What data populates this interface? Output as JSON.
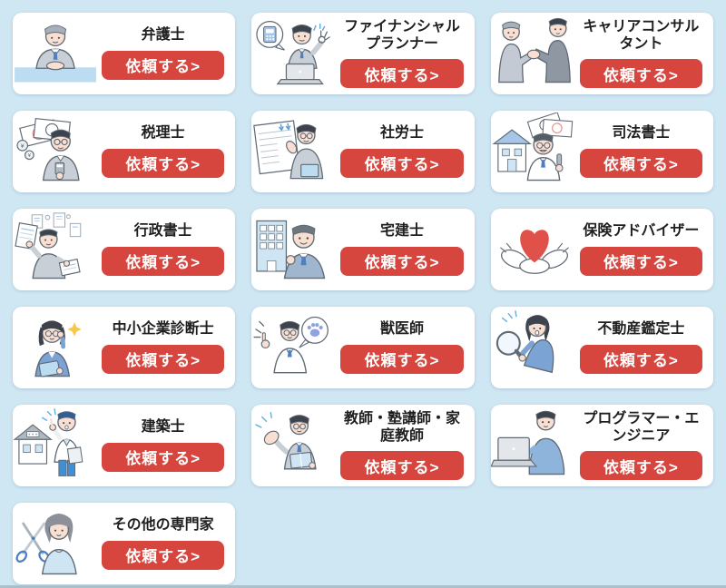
{
  "page": {
    "background_color": "#cfe6f3",
    "card_color": "#ffffff",
    "accent_color": "#d6453e",
    "title_color": "#1f1f1f",
    "button_label": "依頼する>"
  },
  "cards": [
    {
      "id": "lawyer",
      "title": "弁護士",
      "illustration": "lawyer-at-desk-illustration"
    },
    {
      "id": "financial-planner",
      "title": "ファイナンシャルプランナー",
      "illustration": "man-laptop-calculator-illustration"
    },
    {
      "id": "career-consultant",
      "title": "キャリアコンサルタント",
      "illustration": "handshake-illustration"
    },
    {
      "id": "tax-accountant",
      "title": "税理士",
      "illustration": "man-money-calculator-illustration"
    },
    {
      "id": "labor-consultant",
      "title": "社労士",
      "illustration": "man-presenting-document-illustration"
    },
    {
      "id": "judicial-scrivener",
      "title": "司法書士",
      "illustration": "man-house-money-illustration"
    },
    {
      "id": "administrative-scrivener",
      "title": "行政書士",
      "illustration": "man-holding-papers-illustration"
    },
    {
      "id": "real-estate-agent",
      "title": "宅建士",
      "illustration": "man-building-illustration"
    },
    {
      "id": "insurance-advisor",
      "title": "保険アドバイザー",
      "illustration": "hands-holding-heart-illustration"
    },
    {
      "id": "sme-consultant",
      "title": "中小企業診断士",
      "illustration": "woman-glasses-folder-illustration"
    },
    {
      "id": "veterinarian",
      "title": "獣医師",
      "illustration": "doctor-paw-bubble-illustration"
    },
    {
      "id": "real-estate-appraiser",
      "title": "不動産鑑定士",
      "illustration": "woman-magnifier-illustration"
    },
    {
      "id": "architect",
      "title": "建築士",
      "illustration": "man-house-pointing-illustration"
    },
    {
      "id": "teacher",
      "title": "教師・塾講師・家庭教師",
      "illustration": "teacher-with-book-illustration"
    },
    {
      "id": "programmer",
      "title": "プログラマー・エンジニア",
      "illustration": "man-typing-laptop-illustration"
    },
    {
      "id": "other-expert",
      "title": "その他の専門家",
      "illustration": "woman-scissors-illustration"
    }
  ]
}
